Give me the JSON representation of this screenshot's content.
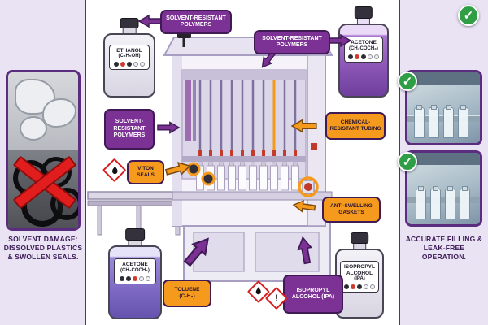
{
  "palette": {
    "purple": "#7b3294",
    "purple_dark": "#3f1a55",
    "orange": "#f59a1d",
    "lavender": "#e9e3f4",
    "green": "#2f9e44",
    "red": "#e11d1d"
  },
  "left_panel": {
    "caption": "SOLVENT DAMAGE: DISSOLVED PLASTICS & SWOLLEN SEALS."
  },
  "right_panel": {
    "caption": "ACCURATE FILLING & LEAK-FREE OPERATION."
  },
  "callouts": {
    "srp_top": {
      "label": "SOLVENT-RESISTANT POLYMERS"
    },
    "srp_right": {
      "label": "SOLVENT-RESISTANT POLYMERS"
    },
    "srp_left": {
      "label": "SOLVENT-RESISTANT POLYMERS"
    },
    "viton_seals": {
      "label": "VITON SEALS"
    },
    "chemical_tubing": {
      "label": "CHEMICAL-RESISTANT TUBING"
    },
    "anti_swelling": {
      "label": "ANTI-SWELLING GASKETS"
    },
    "toluene": {
      "label": "TOLUENE (C₇H₈)"
    },
    "ipa": {
      "label": "ISOPROPYL ALCOHOL (IPA)"
    }
  },
  "bottles": {
    "ethanol": {
      "name": "ETHANOL",
      "formula": "(C₂H₅OH)"
    },
    "acetone_top": {
      "name": "ACETONE",
      "formula": "(CH₃COCH₃)"
    },
    "acetone_bottom": {
      "name": "ACETONE",
      "formula": "(CH₃COCH₃)"
    },
    "ipa": {
      "name": "ISOPROPYL ALCOHOL",
      "formula": "(IPA)"
    }
  },
  "icons": {
    "check": "✓",
    "exclamation": "!"
  }
}
